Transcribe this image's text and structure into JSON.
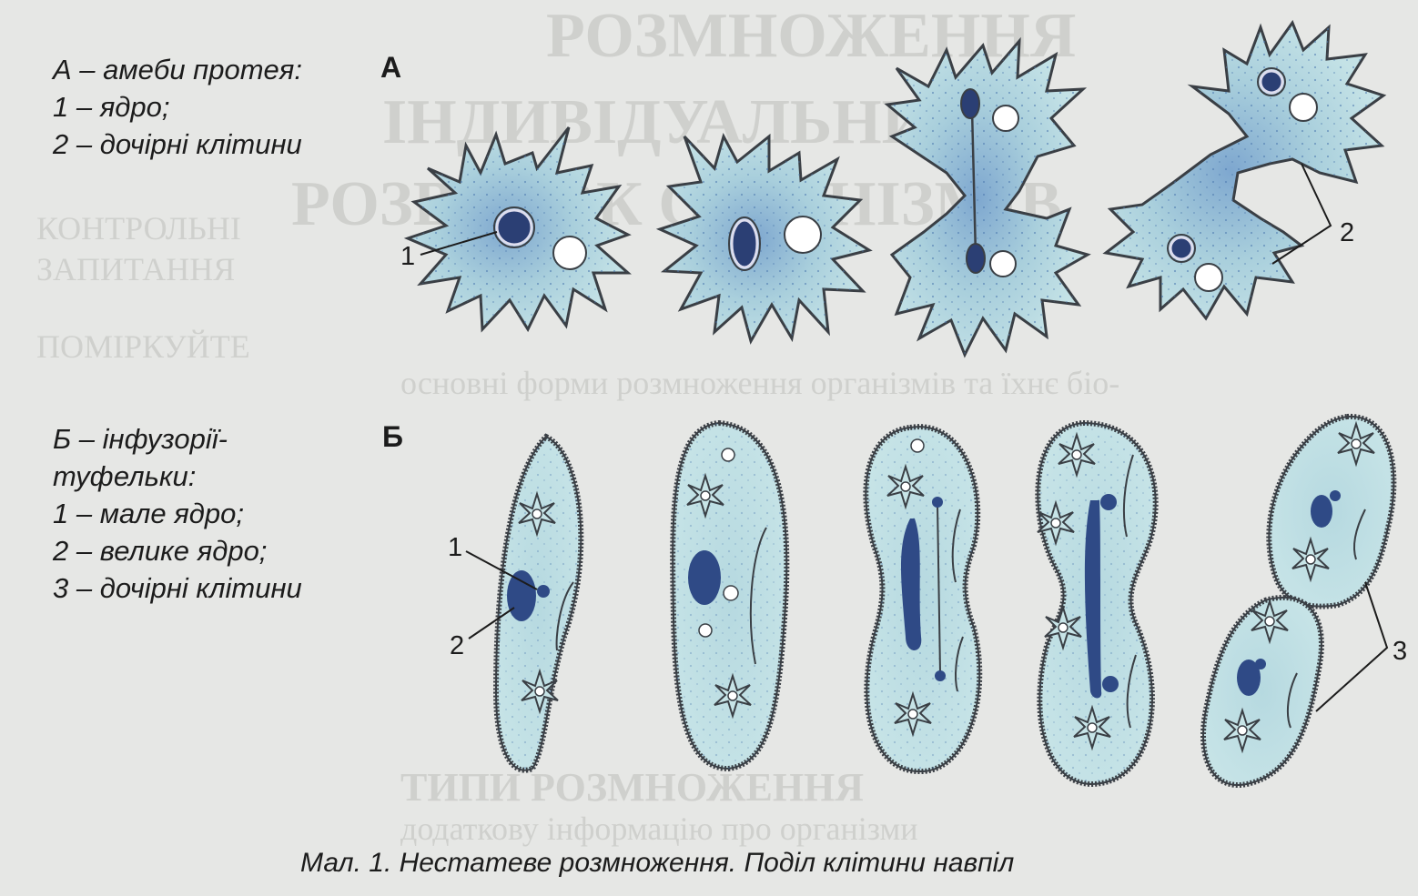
{
  "section_a": {
    "label": "А",
    "legend": [
      "А – амеби протея:",
      "1 – ядро;",
      "2 – дочірні клітини"
    ],
    "callouts": [
      "1",
      "2"
    ]
  },
  "section_b": {
    "label": "Б",
    "legend": [
      "Б – інфузорії-",
      "туфельки:",
      "1 – мале ядро;",
      "2 – велике ядро;",
      "3 – дочірні клітини"
    ],
    "callouts": [
      "1",
      "2",
      "3"
    ]
  },
  "caption": "Мал. 1. Нестатеве розмноження. Поділ клітини навпіл",
  "colors": {
    "cell": "#b9dbe1",
    "cell_shade": "#7aa3c8",
    "nucleus": "#2f4a86",
    "outline": "#3a3f45"
  }
}
